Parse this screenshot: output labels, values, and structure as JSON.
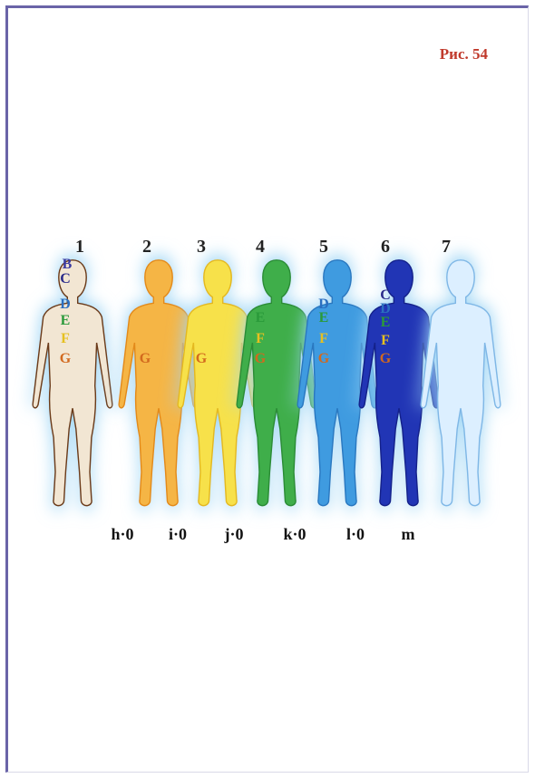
{
  "figure_label": "Рис. 54",
  "figures": [
    {
      "number": "1",
      "color": "#f2e6d3",
      "outline": "#6b3b1a"
    },
    {
      "number": "2",
      "color": "#f5b545",
      "outline": "#e38a1a"
    },
    {
      "number": "3",
      "color": "#f7e14a",
      "outline": "#e4b820"
    },
    {
      "number": "4",
      "color": "#3fae4a",
      "outline": "#2b8c36"
    },
    {
      "number": "5",
      "color": "#3f9be0",
      "outline": "#2a78c0"
    },
    {
      "number": "6",
      "color": "#2135b5",
      "outline": "#14218a"
    },
    {
      "number": "7",
      "color": "#dcefff",
      "outline": "#7fb7e6"
    }
  ],
  "codes": [
    "h·0",
    "i·0",
    "j·0",
    "k·0",
    "l·0",
    "m"
  ],
  "letter_marks": {
    "fig1": [
      "B",
      "C",
      "D",
      "E",
      "F",
      "G"
    ],
    "fig2": [
      "G"
    ],
    "fig3": [
      "G"
    ],
    "fig4": [
      "E",
      "F",
      "G"
    ],
    "fig5": [
      "D",
      "E",
      "F",
      "G"
    ],
    "fig6": [
      "C",
      "D",
      "E",
      "F",
      "G"
    ]
  },
  "colors": {
    "frame": "#6a64a8",
    "figure_label": "#c0392b",
    "aura": "#9fd6f5"
  }
}
